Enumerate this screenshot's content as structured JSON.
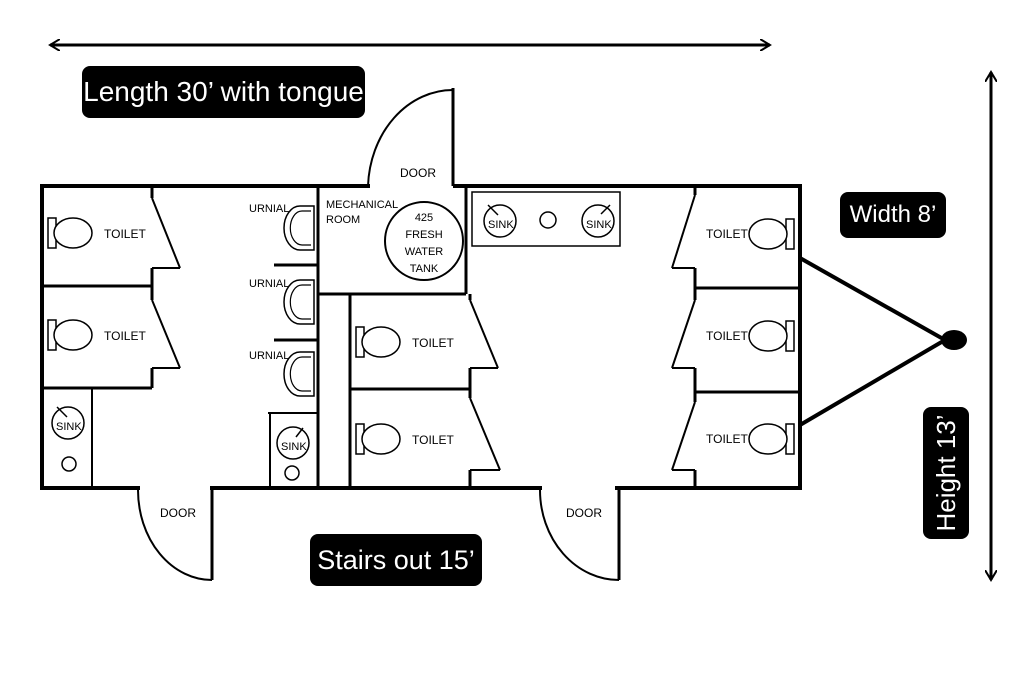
{
  "dimensions": {
    "length": "Length 30’ with tongue",
    "width": "Width 8’",
    "height": "Height 13’",
    "stairs": "Stairs out 15’"
  },
  "fixtures": {
    "toilet": "TOILET",
    "urinal": "URNIAL",
    "sink": "SINK",
    "door": "DOOR"
  },
  "mechanical_room": {
    "line1": "MECHANICAL",
    "line2": "ROOM"
  },
  "tank": {
    "line1": "425",
    "line2": "FRESH",
    "line3": "WATER",
    "line4": "TANK"
  }
}
